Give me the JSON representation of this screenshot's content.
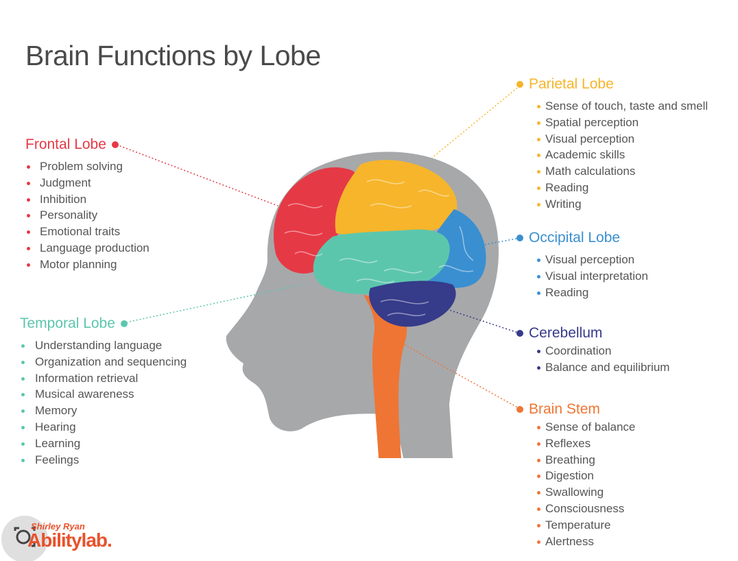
{
  "title": "Brain Functions by Lobe",
  "colors": {
    "frontal": "#e63946",
    "parietal": "#f6b52b",
    "temporal": "#5cc6ad",
    "occipital": "#3a8fd0",
    "cerebellum": "#363b8a",
    "brainstem": "#ef7534",
    "head": "#a7a8aa"
  },
  "lobes": {
    "frontal": {
      "name": "Frontal Lobe",
      "items": [
        "Problem solving",
        "Judgment",
        "Inhibition",
        "Personality",
        "Emotional traits",
        "Language production",
        "Motor planning"
      ]
    },
    "temporal": {
      "name": "Temporal Lobe",
      "items": [
        "Understanding language",
        "Organization and sequencing",
        "Information retrieval",
        "Musical awareness",
        "Memory",
        "Hearing",
        "Learning",
        "Feelings"
      ]
    },
    "parietal": {
      "name": "Parietal Lobe",
      "items": [
        "Sense of touch, taste and smell",
        "Spatial perception",
        "Visual perception",
        "Academic skills",
        "Math calculations",
        "Reading",
        "Writing"
      ]
    },
    "occipital": {
      "name": "Occipital Lobe",
      "items": [
        "Visual perception",
        "Visual interpretation",
        "Reading"
      ]
    },
    "cerebellum": {
      "name": "Cerebellum",
      "items": [
        "Coordination",
        "Balance and equilibrium"
      ]
    },
    "brainstem": {
      "name": "Brain Stem",
      "items": [
        "Sense of balance",
        "Reflexes",
        "Breathing",
        "Digestion",
        "Swallowing",
        "Consciousness",
        "Temperature",
        "Alertness"
      ]
    }
  },
  "logo": {
    "top": "Shirley Ryan",
    "main": "Abilitylab."
  }
}
